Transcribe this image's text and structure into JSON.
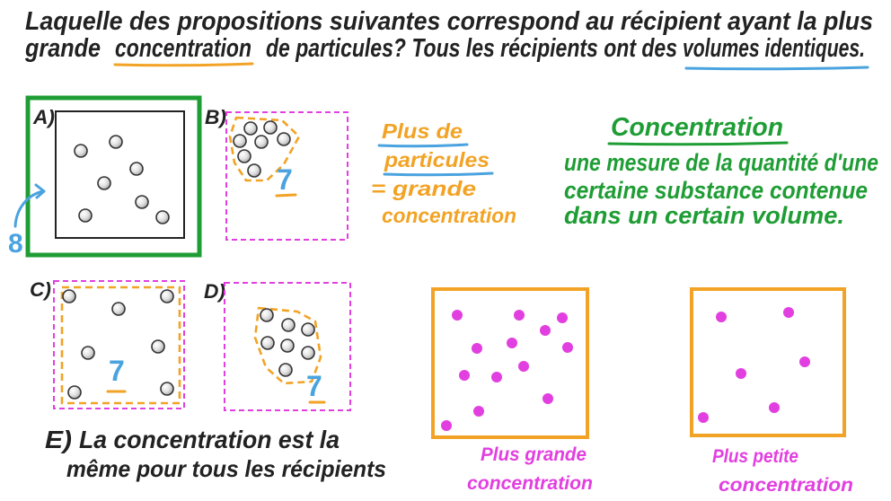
{
  "question": {
    "line1": "Laquelle des propositions suivantes correspond au récipient ayant la plus",
    "line2_start": "grande",
    "line2_keyword": "concentration",
    "line2_middle": "de particules? Tous les récipients ont des",
    "line2_end": "volumes identiques."
  },
  "options": {
    "a_label": "A)",
    "b_label": "B)",
    "c_label": "C)",
    "d_label": "D)",
    "e_label": "E)",
    "e_line1": "La concentration est la",
    "e_line2": "même pour tous les récipients"
  },
  "counts": {
    "a": "8",
    "b": "7",
    "c": "7",
    "d": "7"
  },
  "hint": {
    "line1": "Plus de",
    "line2": "particules",
    "line3": "= grande",
    "line4": "concentration"
  },
  "definition": {
    "title": "Concentration",
    "line1": "une mesure de la quantité d'une",
    "line2": "certaine substance contenue",
    "line3": "dans un certain volume."
  },
  "comparison": {
    "left_line1": "Plus grande",
    "left_line2": "concentration",
    "right_line1": "Plus petite",
    "right_line2": "concentration"
  },
  "colors": {
    "ink": "#222222",
    "green": "#1f9d35",
    "orange": "#f2a325",
    "blue": "#4aa3df",
    "magenta": "#e23fe0"
  }
}
